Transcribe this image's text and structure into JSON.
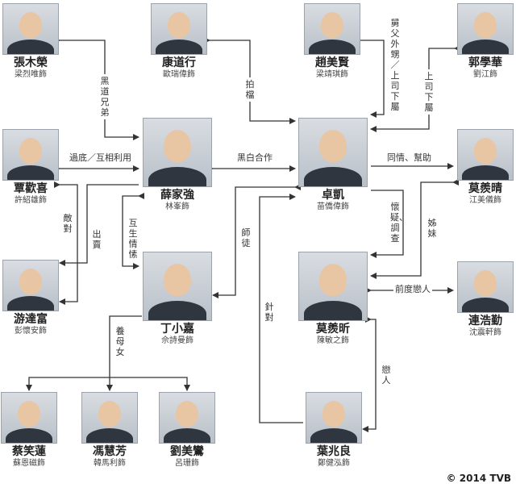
{
  "characters": [
    {
      "name": "張木榮",
      "actor": "梁烈唯飾"
    },
    {
      "name": "康道行",
      "actor": "歐瑞偉飾"
    },
    {
      "name": "趙美賢",
      "actor": "梁靖琪飾"
    },
    {
      "name": "郭學華",
      "actor": "劉江飾"
    },
    {
      "name": "覃歡喜",
      "actor": "許紹雄飾"
    },
    {
      "name": "薛家強",
      "actor": "林峯飾"
    },
    {
      "name": "卓凱",
      "actor": "苗僑偉飾"
    },
    {
      "name": "莫羨晴",
      "actor": "江美儀飾"
    },
    {
      "name": "游達富",
      "actor": "彭懷安飾"
    },
    {
      "name": "丁小嘉",
      "actor": "佘詩曼飾"
    },
    {
      "name": "莫羨昕",
      "actor": "陳敏之飾"
    },
    {
      "name": "連浩勤",
      "actor": "沈震軒飾"
    },
    {
      "name": "蔡笑蓮",
      "actor": "蘇恩磁飾"
    },
    {
      "name": "馮慧芳",
      "actor": "韓馬利飾"
    },
    {
      "name": "劉美鸞",
      "actor": "呂珊飾"
    },
    {
      "name": "葉兆良",
      "actor": "鄭健泓飾"
    }
  ],
  "relations": {
    "hei_dao": "黑道兄弟",
    "pai_dang": "拍檔",
    "jiu_fu": "舅父外甥／上司下屬",
    "shang_si": "上司下屬",
    "guo_di": "過底／互相利用",
    "hei_bai": "黑白合作",
    "tong_qing": "同情、幫助",
    "di_dui": "敵對",
    "chu_mai": "出賣",
    "hu_sheng": "互生情愫",
    "shi_tu": "師徒",
    "huai_yi": "懷疑、調查",
    "zi_mei": "姊妹",
    "qian_du": "前度戀人",
    "zhen_dui": "針對",
    "yang_mu": "養母女",
    "lian_ren": "戀人"
  },
  "copyright": "© 2014 TVB"
}
